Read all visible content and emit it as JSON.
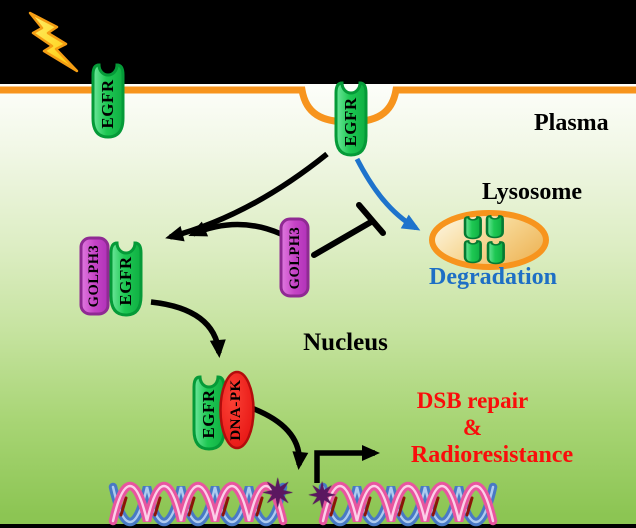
{
  "diagram": {
    "compartment_labels": {
      "plasma": "Plasma",
      "lysosome": "Lysosome",
      "nucleus": "Nucleus"
    },
    "process_labels": {
      "degradation": "Degradation",
      "outcome_line1": "DSB repair",
      "outcome_line2": "&",
      "outcome_line3": "Radioresistance"
    },
    "molecule_labels": {
      "egfr_surface": "EGFR",
      "egfr_internalized": "EGFR",
      "golph3_free": "GOLPH3",
      "golph3_bound": "GOLPH3",
      "egfr_bound": "EGFR",
      "egfr_nuclear": "EGFR",
      "dna_pk": "DNA-PK"
    },
    "icons": {
      "radiation": "lightning-bolt-icon",
      "dna_damage_glyph": "✷"
    },
    "colors": {
      "membrane_orange": "#F7941D",
      "egfr_green": "#1EC853",
      "golph3_magenta": "#C644C6",
      "dna_pk_red": "#EC1212",
      "degradation_blue": "#1E6FC5",
      "outcome_red": "#FA0D0B",
      "lightning_yellow": "#FFD900",
      "dna_pink": "#E8559F",
      "dna_blue": "#4879C5",
      "damage_purple": "#5B1760"
    }
  }
}
